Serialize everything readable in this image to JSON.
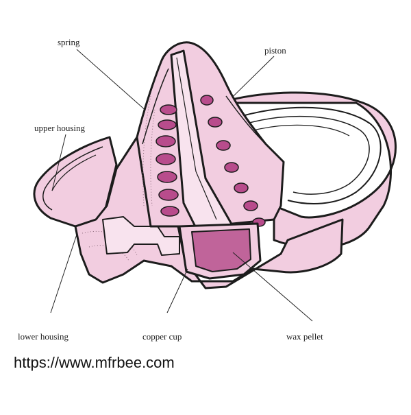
{
  "labels": {
    "spring": "spring",
    "piston": "piston",
    "upper_housing": "upper housing",
    "lower_housing": "lower housing",
    "copper_cup": "copper cup",
    "wax_pellet": "wax pellet"
  },
  "footer": {
    "url": "https://www.mfrbee.com"
  },
  "colors": {
    "body_pink": "#f2cde0",
    "light_pink": "#f8e3ee",
    "coil_magenta": "#b84c8c",
    "wax_magenta": "#c0649a",
    "outline": "#1c1c1c",
    "background": "#ffffff"
  }
}
